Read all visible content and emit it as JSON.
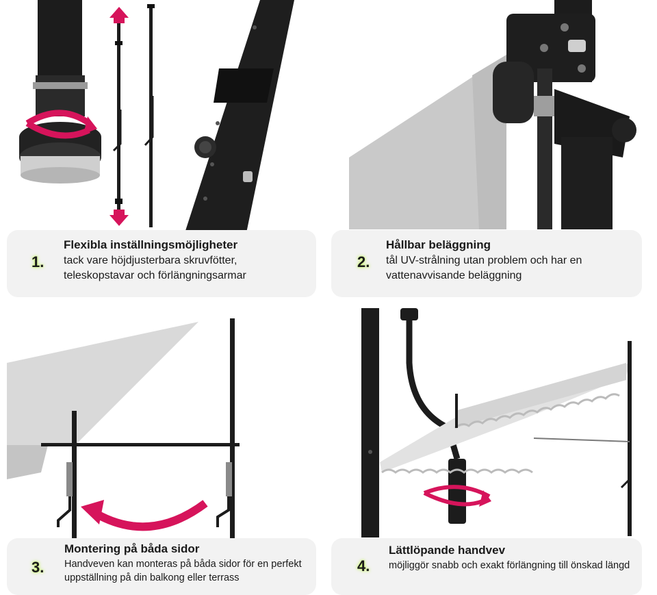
{
  "colors": {
    "accent": "#d6145b",
    "number_glow": "#c8f56a",
    "pole": "#1c1c1c",
    "fabric": "#d9d9d9",
    "card_bg": "#f2f2f2"
  },
  "features": [
    {
      "number": "1.",
      "title": "Flexibla inställningsmöjligheter",
      "description": "tack vare höjdjusterbara skruvfötter, teleskopstavar och förlängningsarmar"
    },
    {
      "number": "2.",
      "title": "Hållbar beläggning",
      "description": "tål UV-strålning utan problem och har en vattenavvisande beläggning"
    },
    {
      "number": "3.",
      "title": "Montering på båda sidor",
      "description": "Handveven kan monteras på båda sidor för en perfekt uppställning på din balkong eller terrass"
    },
    {
      "number": "4.",
      "title": "Lättlöpande handvev",
      "description": "möjliggör snabb och exakt förlängning till önskad längd"
    }
  ]
}
